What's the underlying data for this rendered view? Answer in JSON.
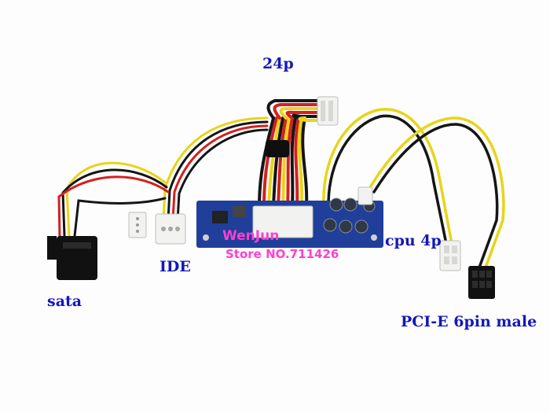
{
  "labels": {
    "main_24p": "24p",
    "ide": "IDE",
    "cpu_4p": "cpu 4p",
    "sata": "sata",
    "pcie": "PCI-E 6pin male"
  },
  "watermark": {
    "name": "WenJun",
    "store": "Store NO.711426"
  },
  "colors": {
    "label_text": "#1418b8",
    "watermark_text": "#ff3fd0",
    "pcb": "#1f3f9a",
    "wire_yellow": "#e8d41a",
    "wire_black": "#151515",
    "wire_red": "#d42020",
    "connector_white": "#f2f2f0"
  }
}
